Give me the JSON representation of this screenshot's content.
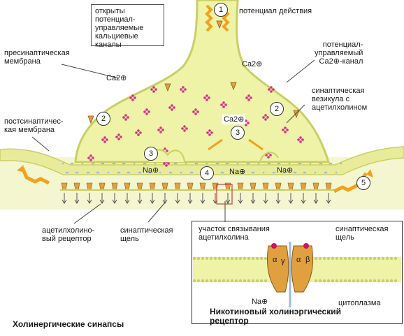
{
  "labels": {
    "open_channels": "открыты\nпотенциал-\nуправляемые\nкальциевые\nканалы",
    "action_potential": "потенциал действия",
    "presynaptic_membrane": "пресинаптическая\nмембрана",
    "voltage_gated_channel": "потенциал-\nуправляемый\nCa2⊕-канал",
    "synaptic_vesicle": "синаптическая\nвезикула с\nацетилхолином",
    "postsynaptic_membrane": "постсинаптичес-\nкая мембрана",
    "ach_receptor": "ацетилхолино-\nвый рецептор",
    "synaptic_cleft": "синаптическая\nщель",
    "binding_site": "участок связывания\nацетилхолина",
    "inset_synaptic_cleft": "синаптическая\nщель",
    "cytoplasm": "цитоплазма",
    "nicotinic_receptor": "Никотиновый холинэргический\nрецептор",
    "caption": "Холинергические синапсы"
  },
  "ions": {
    "ca_left": "Ca2⊕",
    "ca_right": "Ca2⊕",
    "ca_center": "Ca2⊕",
    "na_1": "Na⊕",
    "na_2": "Na⊕",
    "na_3": "Na⊕",
    "na_inset": "Na⊕"
  },
  "steps": {
    "s1": "1",
    "s2a": "2",
    "s2b": "2",
    "s3a": "3",
    "s3b": "3",
    "s4": "4",
    "s5": "5"
  },
  "subunits": {
    "alpha1": "α",
    "gamma": "γ",
    "alpha2": "α",
    "beta": "β"
  },
  "colors": {
    "terminal_fill": "#eef3a8",
    "terminal_edge": "#c9cf63",
    "background_tissue": "#f4f6cf",
    "vesicle_dot": "#d8308a",
    "receptor": "#e0a040",
    "arrow": "#f2a21c",
    "cleft_dots": "#9fb9e0"
  }
}
